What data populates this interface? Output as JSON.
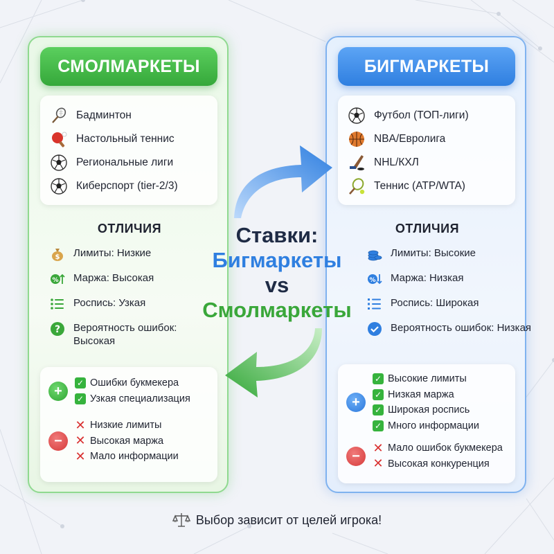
{
  "left": {
    "title": "СМОЛМАРКЕТЫ",
    "sports": [
      {
        "icon": "badminton-icon",
        "label": "Бадминтон"
      },
      {
        "icon": "table-tennis-icon",
        "label": "Настольный теннис"
      },
      {
        "icon": "soccer-ball-icon",
        "label": "Региональные лиги"
      },
      {
        "icon": "soccer-ball-icon",
        "label": "Киберспорт (tier-2/3)"
      }
    ],
    "diff_title": "ОТЛИЧИЯ",
    "diffs": [
      {
        "icon": "money-bag-icon",
        "text": "Лимиты: Низкие"
      },
      {
        "icon": "percent-up-icon",
        "text": "Маржа: Высокая"
      },
      {
        "icon": "list-icon",
        "text": "Роспись: Узкая"
      },
      {
        "icon": "question-icon",
        "text": "Вероятность ошибок: Высокая"
      }
    ],
    "pros": [
      "Ошибки букмекера",
      "Узкая специализация"
    ],
    "cons": [
      "Низкие лимиты",
      "Высокая маржа",
      "Мало информации"
    ]
  },
  "right": {
    "title": "БИГМАРКЕТЫ",
    "sports": [
      {
        "icon": "soccer-ball-icon",
        "label": "Футбол (ТОП-лиги)"
      },
      {
        "icon": "basketball-icon",
        "label": "NBA/Евролига"
      },
      {
        "icon": "hockey-stick-icon",
        "label": "NHL/КХЛ"
      },
      {
        "icon": "tennis-racket-icon",
        "label": "Теннис (ATP/WTA)"
      }
    ],
    "diff_title": "ОТЛИЧИЯ",
    "diffs": [
      {
        "icon": "coins-stack-icon",
        "text": "Лимиты: Высокие"
      },
      {
        "icon": "percent-down-icon",
        "text": "Маржа: Низкая"
      },
      {
        "icon": "list-icon",
        "text": "Роспись: Широкая"
      },
      {
        "icon": "check-circle-icon",
        "text": "Вероятность ошибок: Низкая"
      }
    ],
    "pros": [
      "Высокие лимиты",
      "Низкая маржа",
      "Широкая роспись",
      "Много информации"
    ],
    "cons": [
      "Мало ошибок букмекера",
      "Высокая конкуренция"
    ]
  },
  "center": {
    "line1": "Ставки:",
    "line2": "Бигмаркеты",
    "line3": "vs",
    "line4": "Смолмаркеты"
  },
  "footer": {
    "icon": "balance-scale-icon",
    "text": "Выбор зависит от целей игрока!"
  },
  "colors": {
    "green": "#35a83a",
    "blue": "#2f7fe0",
    "red": "#d63a3a"
  }
}
